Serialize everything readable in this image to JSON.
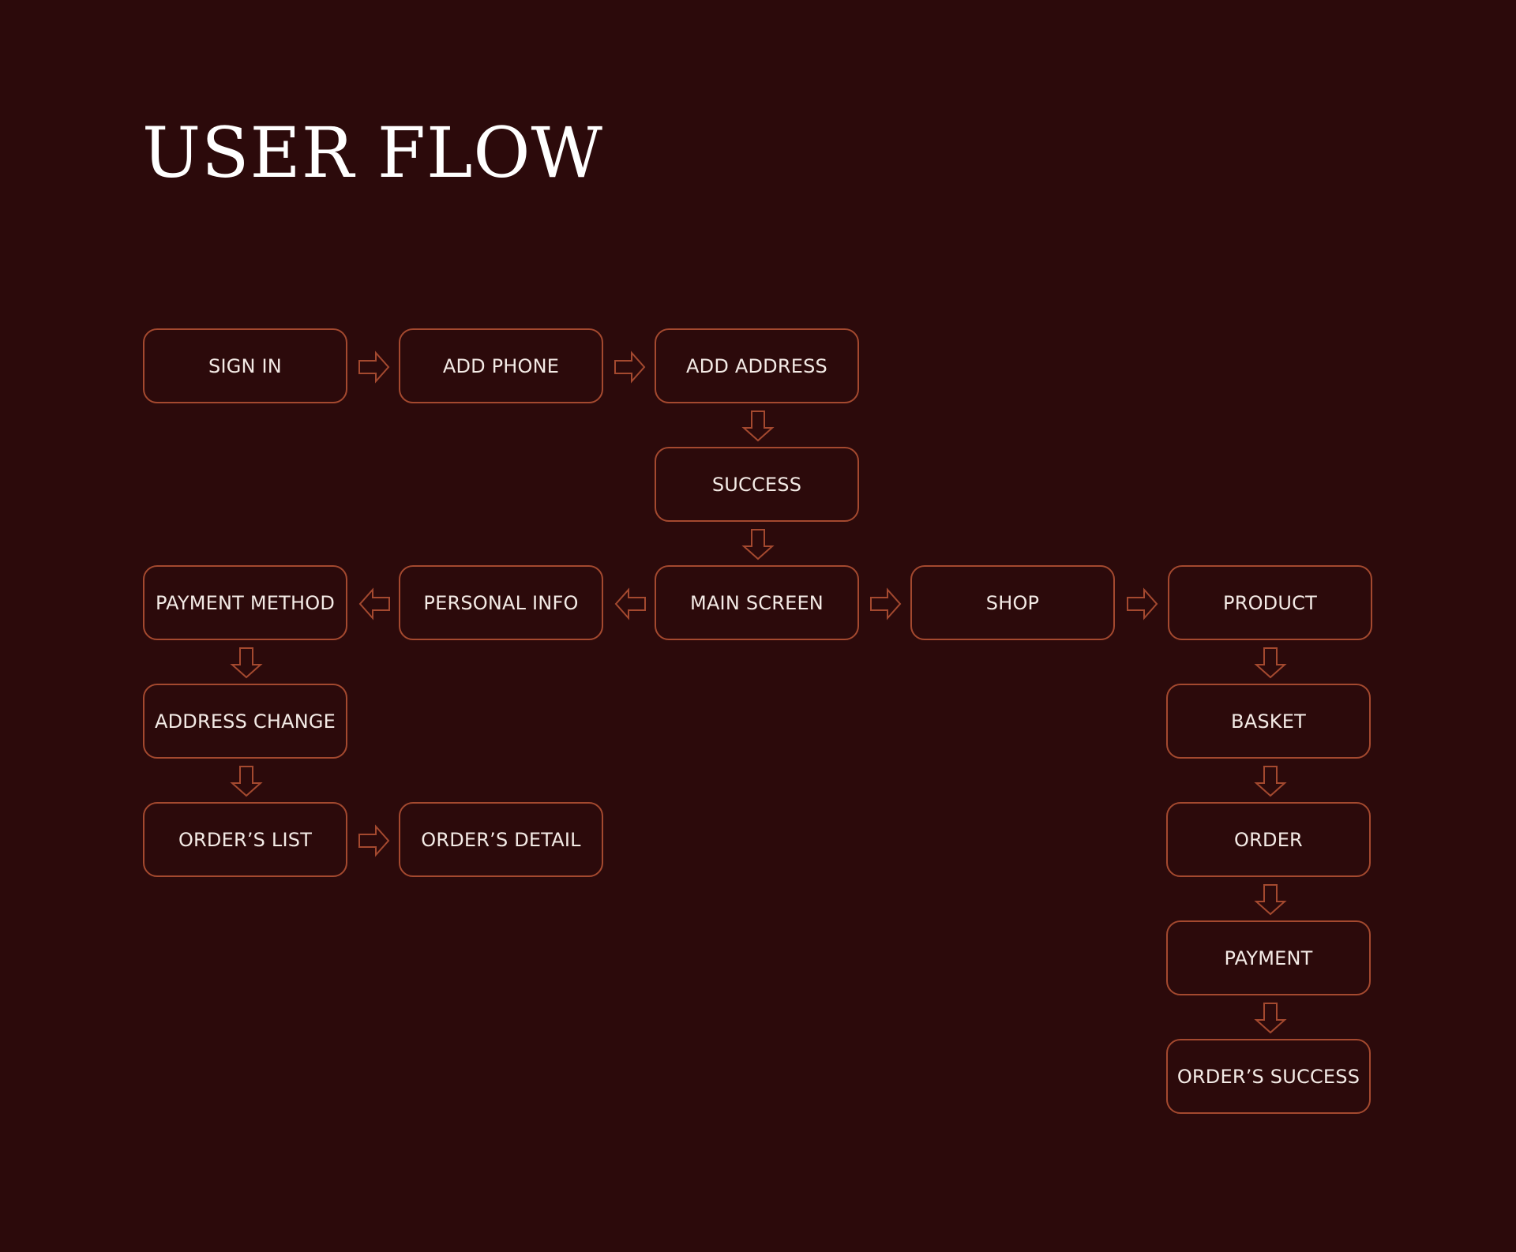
{
  "title": "USER FLOW",
  "colors": {
    "background": "#2c0a0b",
    "stroke": "#a4492f",
    "text": "#f4ebe6"
  },
  "nodes": {
    "sign_in": "SIGN IN",
    "add_phone": "ADD PHONE",
    "add_address": "ADD ADDRESS",
    "success": "SUCCESS",
    "main_screen": "MAIN SCREEN",
    "personal_info": "PERSONAL INFO",
    "payment_method": "PAYMENT METHOD",
    "address_change": "ADDRESS CHANGE",
    "orders_list": "ORDER’S LIST",
    "orders_detail": "ORDER’S DETAIL",
    "shop": "SHOP",
    "product": "PRODUCT",
    "basket": "BASKET",
    "order": "ORDER",
    "payment": "PAYMENT",
    "orders_success": "ORDER’S SUCCESS"
  },
  "edges": [
    {
      "from": "SIGN IN",
      "to": "ADD PHONE",
      "icon": "arrow-right-icon"
    },
    {
      "from": "ADD PHONE",
      "to": "ADD ADDRESS",
      "icon": "arrow-right-icon"
    },
    {
      "from": "ADD ADDRESS",
      "to": "SUCCESS",
      "icon": "arrow-down-icon"
    },
    {
      "from": "SUCCESS",
      "to": "MAIN SCREEN",
      "icon": "arrow-down-icon"
    },
    {
      "from": "MAIN SCREEN",
      "to": "PERSONAL INFO",
      "icon": "arrow-left-icon"
    },
    {
      "from": "PERSONAL INFO",
      "to": "PAYMENT METHOD",
      "icon": "arrow-left-icon"
    },
    {
      "from": "PAYMENT METHOD",
      "to": "ADDRESS CHANGE",
      "icon": "arrow-down-icon"
    },
    {
      "from": "ADDRESS CHANGE",
      "to": "ORDER’S LIST",
      "icon": "arrow-down-icon"
    },
    {
      "from": "ORDER’S LIST",
      "to": "ORDER’S DETAIL",
      "icon": "arrow-right-icon"
    },
    {
      "from": "MAIN SCREEN",
      "to": "SHOP",
      "icon": "arrow-right-icon"
    },
    {
      "from": "SHOP",
      "to": "PRODUCT",
      "icon": "arrow-right-icon"
    },
    {
      "from": "PRODUCT",
      "to": "BASKET",
      "icon": "arrow-down-icon"
    },
    {
      "from": "BASKET",
      "to": "ORDER",
      "icon": "arrow-down-icon"
    },
    {
      "from": "ORDER",
      "to": "PAYMENT",
      "icon": "arrow-down-icon"
    },
    {
      "from": "PAYMENT",
      "to": "ORDER’S SUCCESS",
      "icon": "arrow-down-icon"
    }
  ]
}
